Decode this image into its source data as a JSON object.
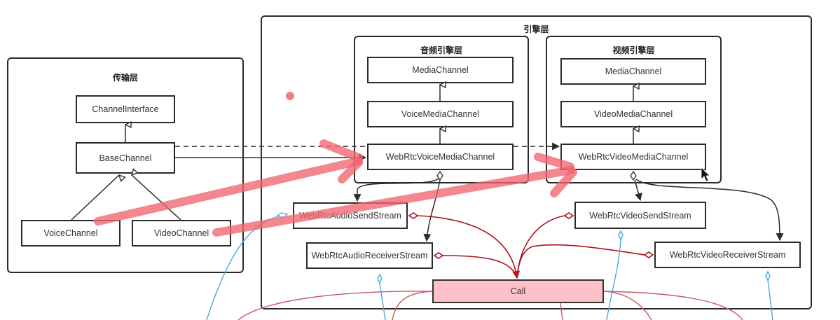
{
  "groups": {
    "transport": "传输层",
    "engine": "引擎层",
    "audio_engine": "音频引擎层",
    "video_engine": "视频引擎层"
  },
  "transport": {
    "channel_interface": "ChannelInterface",
    "base_channel": "BaseChannel",
    "voice_channel": "VoiceChannel",
    "video_channel": "VideoChannel"
  },
  "audio_engine": {
    "media_channel": "MediaChannel",
    "voice_media_channel": "VoiceMediaChannel",
    "webrtc_voice_media_channel": "WebRtcVoiceMediaChannel"
  },
  "video_engine": {
    "media_channel": "MediaChannel",
    "video_media_channel": "VideoMediaChannel",
    "webrtc_video_media_channel": "WebRtcVideoMediaChannel"
  },
  "streams": {
    "audio_send": "WebRtcAudioSendStream",
    "audio_receiver": "WebRtcAudioReceiverStream",
    "video_send": "WebRtcVideoSendStream",
    "video_receiver": "WebRtcVideoReceiverStream"
  },
  "call": "Call",
  "colors": {
    "line": "#2b2b2b",
    "call_fill": "#ffc0c8",
    "aggregation_red": "#b0101e",
    "aggregation_blue": "#4aa8e0",
    "annotation": "#f06470"
  }
}
